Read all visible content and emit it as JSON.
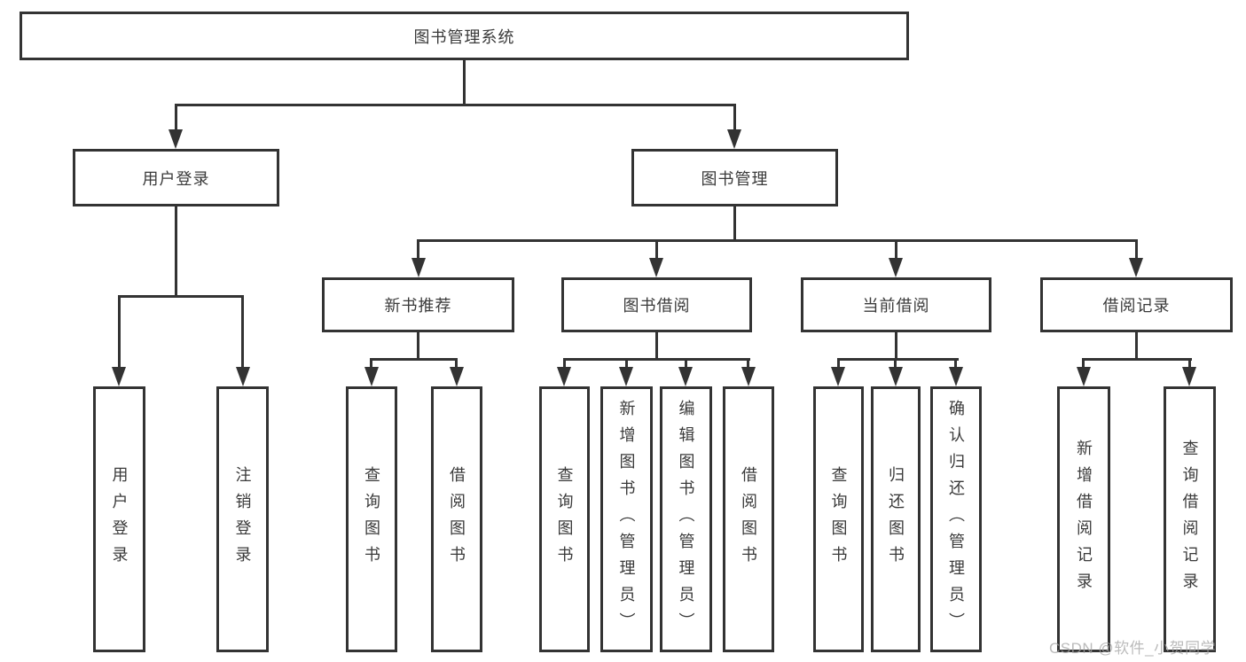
{
  "nodes": {
    "root": "图书管理系统",
    "l2_user_login": "用户登录",
    "l2_book_management": "图书管理",
    "l3_new_book_recommendation": "新书推荐",
    "l3_book_borrowing": "图书借阅",
    "l3_current_borrowing": "当前借阅",
    "l3_borrowing_records": "借阅记录",
    "leaf_user_login": "用户登录",
    "leaf_logout": "注销登录",
    "leaf_nbr_query_books": "查询图书",
    "leaf_nbr_borrow_books": "借阅图书",
    "leaf_bb_query_books": "查询图书",
    "leaf_bb_add_book_admin": "新增图书（管理员）",
    "leaf_bb_edit_book_admin": "编辑图书（管理员）",
    "leaf_bb_borrow_books": "借阅图书",
    "leaf_cb_query_books": "查询图书",
    "leaf_cb_return_books": "归还图书",
    "leaf_cb_confirm_return_admin": "确认归还（管理员）",
    "leaf_br_add_record": "新增借阅记录",
    "leaf_br_query_record": "查询借阅记录"
  },
  "watermark": {
    "text": "CSDN @软件_小贺同学"
  },
  "colors": {
    "line": "#333333",
    "text": "#3a3a3a",
    "background": "#ffffff",
    "watermark": "#a4a4a4"
  }
}
